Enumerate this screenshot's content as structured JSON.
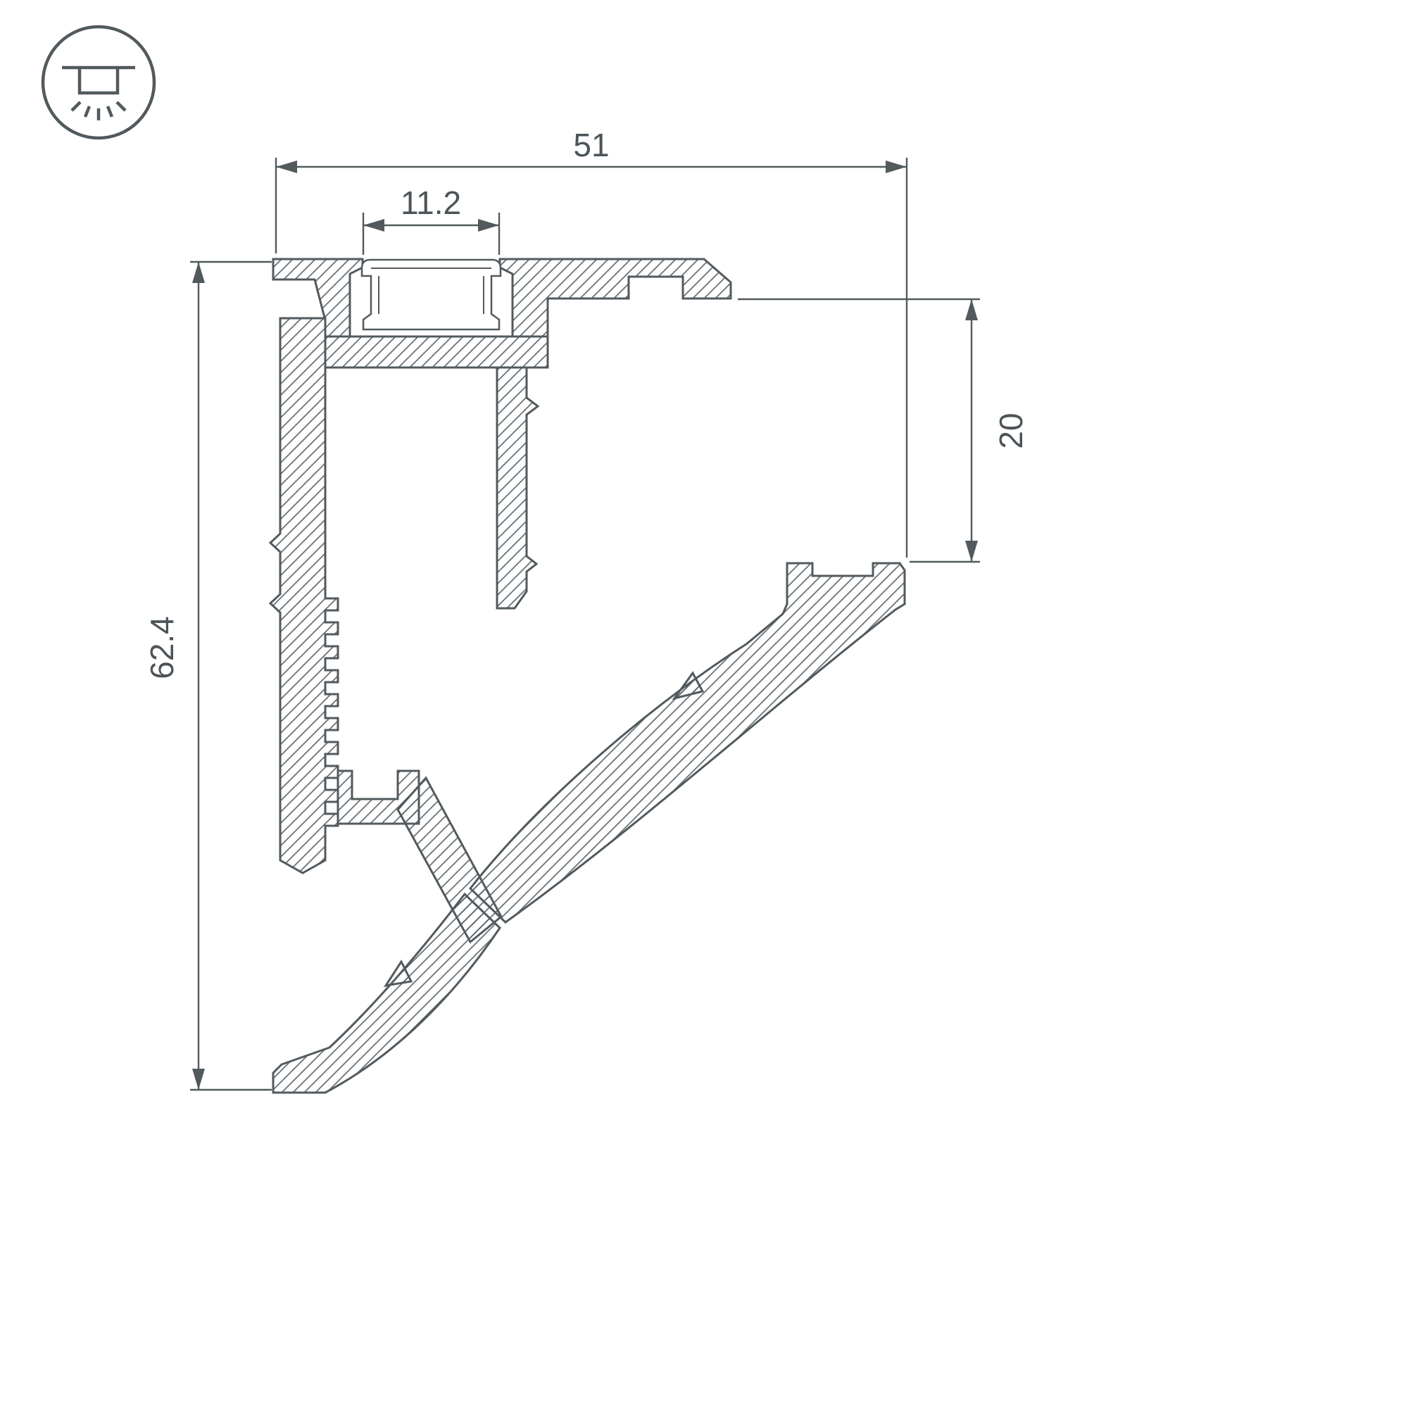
{
  "drawing": {
    "background": "#ffffff",
    "line_color": "#525a5e",
    "icon": {
      "name": "recessed-ceiling-light-icon"
    },
    "dimensions": {
      "total_width_mm": "51",
      "slot_width_mm": "11.2",
      "total_height_mm": "62.4",
      "flange_to_wing_mm": "20"
    }
  }
}
